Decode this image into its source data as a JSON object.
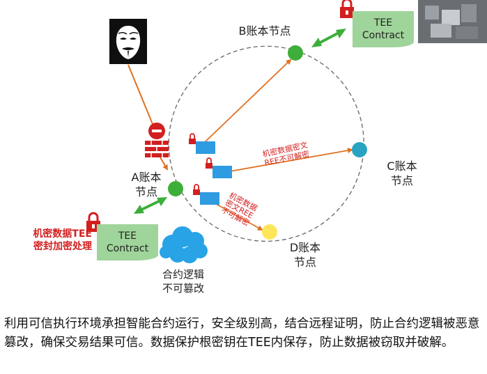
{
  "nodes": {
    "b_node": {
      "label": "B账本节点"
    },
    "a_node": {
      "line1": "A账本",
      "line2": "节点"
    },
    "c_node": {
      "line1": "C账本",
      "line2": "节点"
    },
    "d_node": {
      "line1": "D账本",
      "line2": "节点"
    }
  },
  "tee_a": {
    "line1": "TEE",
    "line2": "Contract"
  },
  "tee_b": {
    "line1": "TEE",
    "line2": "Contract"
  },
  "note_tee": {
    "line1": "机密数据TEE",
    "line2": "密封加密处理"
  },
  "note_c_link": {
    "line1": "机密数据密文",
    "line2": "REE不可解密"
  },
  "note_d_link": {
    "line1": "机密数据",
    "line2": "密文REE",
    "line3": "不可解密"
  },
  "cloud_text": {
    "line1": "合约逻辑",
    "line2": "不可篡改"
  },
  "caption": "利用可信执行环境承担智能合约运行，安全级别高，结合远程证明，防止合约逻辑被恶意篡改，确保交易结果可信。数据保护根密钥在TEE内保存，防止数据被窃取并破解。",
  "colors": {
    "node_green": "#3dae3a",
    "node_teal": "#2aa3c2",
    "node_yellow": "#ffe55a",
    "arrow_orange": "#e07020",
    "tee_green": "#9fd49a",
    "alert_red": "#d21f1f",
    "packet_blue": "#2f9be0",
    "cloud_blue": "#27a3e6"
  },
  "icons": [
    "hacker-mask-icon",
    "firewall-icon",
    "lock-icon",
    "data-packet-icon",
    "cloud-icon"
  ]
}
